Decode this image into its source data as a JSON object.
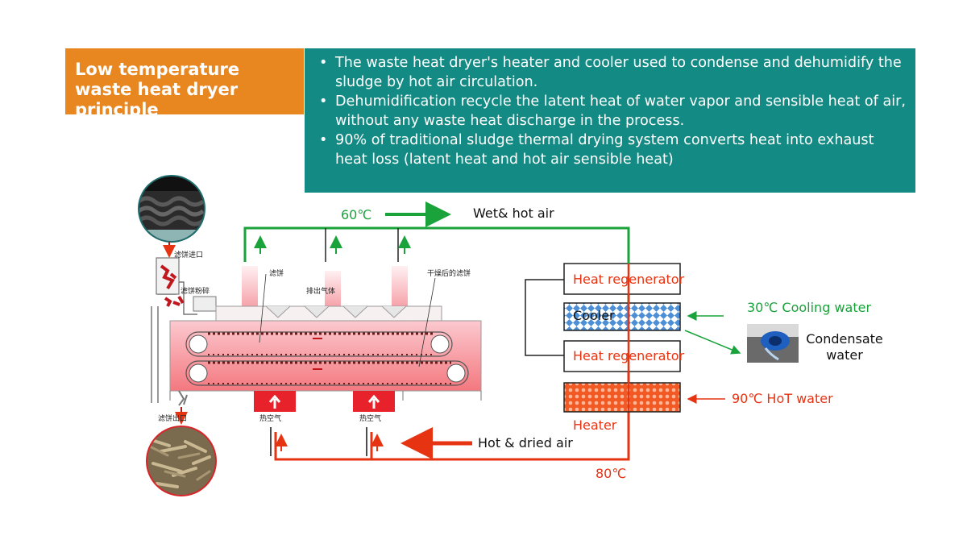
{
  "title": "Low temperature waste heat dryer principle",
  "bullets": [
    "The waste heat dryer's heater and cooler used to condense and dehumidify the sludge by hot air circulation.",
    "Dehumidification recycle the latent heat of water vapor and sensible heat of air, without any waste heat discharge in the process.",
    "90% of traditional sludge thermal drying system converts heat into exhaust heat loss (latent heat and hot air sensible heat)"
  ],
  "labels": {
    "temp_top": "60℃",
    "wet_air": "Wet& hot air",
    "heat_regen_1": "Heat regenerator",
    "cooler": "Cooler",
    "heat_regen_2": "Heat regenerator",
    "heater": "Heater",
    "cooling_water": "30℃ Cooling water",
    "condensate": "Condensate water",
    "hot_water": "90℃ HoT water",
    "dried_air": "Hot & dried air",
    "temp_bottom": "80℃"
  },
  "machine_labels": {
    "cake_inlet": "滤饼进口",
    "cake_crush": "滤饼粉碎",
    "cake": "滤饼",
    "exhaust_gas": "排出气体",
    "dried_cake": "干燥后的滤饼",
    "cake_outlet": "滤饼出口",
    "hot_air_1": "热空气",
    "hot_air_2": "热空气"
  },
  "colors": {
    "orange": "#e8861f",
    "teal": "#138a83",
    "green": "#19a33a",
    "red": "#e63312",
    "heater_fill": "#f15a24",
    "cooler_fill": "#4d8fd6"
  }
}
